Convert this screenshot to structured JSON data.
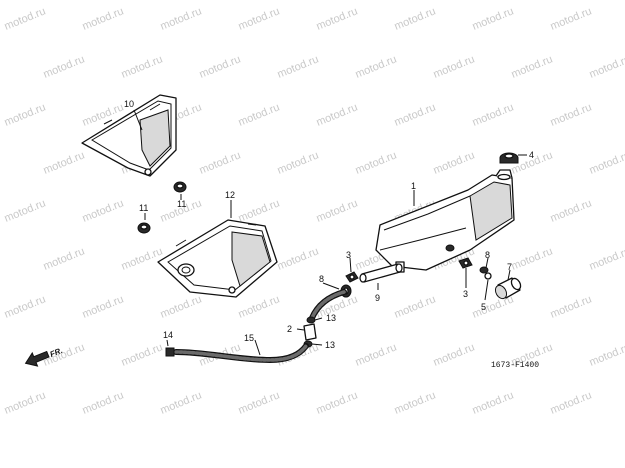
{
  "watermark": "motod.ru",
  "figure_code": "1673-F1400",
  "direction_label": "FR.",
  "callouts": {
    "c1": "1",
    "c2": "2",
    "c3a": "3",
    "c3b": "3",
    "c4": "4",
    "c5": "5",
    "c7": "7",
    "c8a": "8",
    "c8b": "8",
    "c9": "9",
    "c10": "10",
    "c11a": "11",
    "c11b": "11",
    "c12": "12",
    "c13a": "13",
    "c13b": "13",
    "c14": "14",
    "c15": "15"
  }
}
